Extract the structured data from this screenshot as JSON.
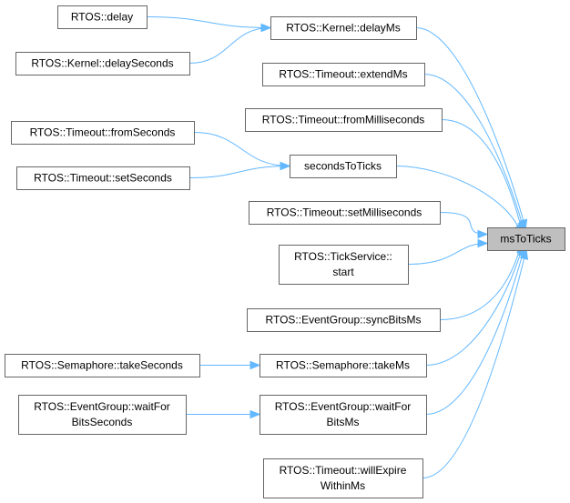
{
  "colors": {
    "edge": "#63b8ff",
    "node_border": "#666666",
    "node_fill": "#ffffff",
    "root_fill": "#bfbfbf"
  },
  "nodes": {
    "delay": {
      "lines": [
        "RTOS::delay"
      ]
    },
    "delaySeconds": {
      "lines": [
        "RTOS::Kernel::delaySeconds"
      ]
    },
    "delayMs": {
      "lines": [
        "RTOS::Kernel::delayMs"
      ]
    },
    "extendMs": {
      "lines": [
        "RTOS::Timeout::extendMs"
      ]
    },
    "fromMilliseconds": {
      "lines": [
        "RTOS::Timeout::fromMilliseconds"
      ]
    },
    "fromSeconds": {
      "lines": [
        "RTOS::Timeout::fromSeconds"
      ]
    },
    "setSeconds": {
      "lines": [
        "RTOS::Timeout::setSeconds"
      ]
    },
    "secondsToTicks": {
      "lines": [
        "secondsToTicks"
      ]
    },
    "setMilliseconds": {
      "lines": [
        "RTOS::Timeout::setMilliseconds"
      ]
    },
    "tickStart": {
      "lines": [
        "RTOS::TickService::",
        "start"
      ]
    },
    "syncBitsMs": {
      "lines": [
        "RTOS::EventGroup::syncBitsMs"
      ]
    },
    "takeSeconds": {
      "lines": [
        "RTOS::Semaphore::takeSeconds"
      ]
    },
    "takeMs": {
      "lines": [
        "RTOS::Semaphore::takeMs"
      ]
    },
    "waitForBitsSeconds": {
      "lines": [
        "RTOS::EventGroup::waitFor",
        "BitsSeconds"
      ]
    },
    "waitForBitsMs": {
      "lines": [
        "RTOS::EventGroup::waitFor",
        "BitsMs"
      ]
    },
    "willExpireWithinMs": {
      "lines": [
        "RTOS::Timeout::willExpire",
        "WithinMs"
      ]
    },
    "msToTicks": {
      "lines": [
        "msToTicks"
      ]
    }
  },
  "edges": [
    [
      "delay",
      "delayMs"
    ],
    [
      "delaySeconds",
      "delayMs"
    ],
    [
      "fromSeconds",
      "secondsToTicks"
    ],
    [
      "setSeconds",
      "secondsToTicks"
    ],
    [
      "takeSeconds",
      "takeMs"
    ],
    [
      "waitForBitsSeconds",
      "waitForBitsMs"
    ],
    [
      "delayMs",
      "msToTicks"
    ],
    [
      "extendMs",
      "msToTicks"
    ],
    [
      "fromMilliseconds",
      "msToTicks"
    ],
    [
      "secondsToTicks",
      "msToTicks"
    ],
    [
      "setMilliseconds",
      "msToTicks"
    ],
    [
      "tickStart",
      "msToTicks"
    ],
    [
      "syncBitsMs",
      "msToTicks"
    ],
    [
      "takeMs",
      "msToTicks"
    ],
    [
      "waitForBitsMs",
      "msToTicks"
    ],
    [
      "willExpireWithinMs",
      "msToTicks"
    ]
  ]
}
